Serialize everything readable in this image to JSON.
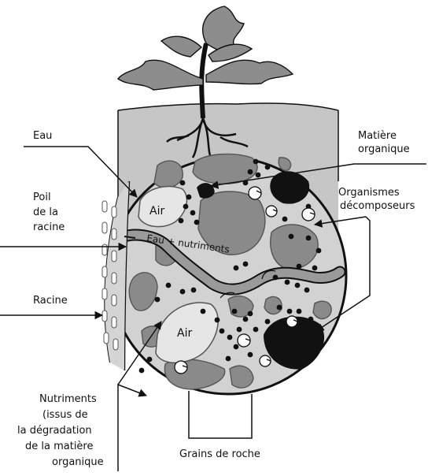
{
  "labels": {
    "eau": "Eau",
    "poil": [
      "Poil",
      "de la",
      "racine"
    ],
    "racine": "Racine",
    "nutriments": [
      "Nutriments",
      "(issus de",
      "la dégradation",
      "de la matière",
      "organique"
    ],
    "matiere": [
      "Matière",
      "organique"
    ],
    "organismes": [
      "Organismes",
      "décomposeurs"
    ],
    "grains": "Grains de roche",
    "air": "Air",
    "eau_nutriments": "Eau + nutriments"
  },
  "colors": {
    "ink": "#111111",
    "soil": "#c8c8c8",
    "rock": "#8a8a8a",
    "rock_light": "#a8a8a8",
    "air": "#e6e6e6",
    "water_channel": "#9a9a9a"
  }
}
